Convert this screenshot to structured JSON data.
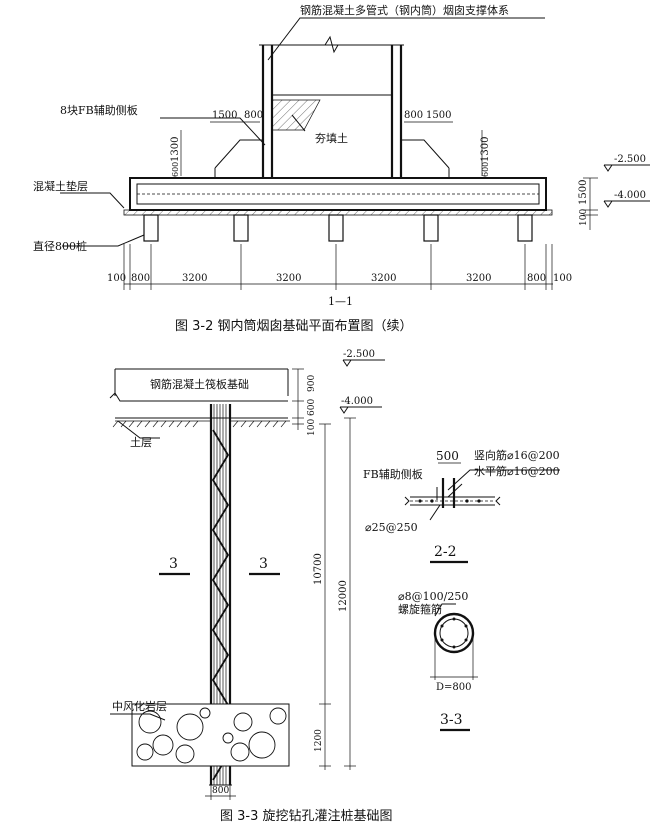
{
  "fig1": {
    "callout_chimney": "钢筋混凝土多管式（钢内筒）烟囱支撑体系",
    "callout_side_panels": "8块FB辅助侧板",
    "callout_fill": "夯填土",
    "callout_cushion": "混凝土垫层",
    "callout_pile": "直径800桩",
    "dim_1500_left": "1500",
    "dim_800_left": "800",
    "dim_800_right": "800",
    "dim_1500_right": "1500",
    "dim_1300_left": "1300",
    "dim_1300_right": "1300",
    "dim_600_left": "600",
    "dim_600_right": "600",
    "elev_top": "-2.500",
    "elev_bottom": "-4.000",
    "dim_1500_vert": "1500",
    "dim_100_vert": "100",
    "bottom_dims": [
      "100",
      "800",
      "3200",
      "3200",
      "3200",
      "3200",
      "800",
      "100"
    ],
    "section_label": "1—1",
    "caption": "图 3-2   钢内筒烟囱基础平面布置图（续）"
  },
  "fig2": {
    "elev_top": "-2.500",
    "raft_label": "钢筋混凝土筏板基础",
    "elev_second": "-4.000",
    "dim_900": "900",
    "dim_600": "600",
    "dim_100": "100",
    "soil_label": "土层",
    "sec3_left": "3",
    "sec3_right": "3",
    "dim_10700": "10700",
    "dim_12000": "12000",
    "rock_label": "中风化岩层",
    "dim_1200": "1200",
    "dim_800_bottom": "800",
    "detail22": {
      "dim_500": "500",
      "vert_rebar": "竖向筋⌀16@200",
      "horiz_rebar": "水平筋⌀16@200",
      "panel_label": "FB辅助侧板",
      "bottom_rebar": "⌀25@250",
      "title": "2-2"
    },
    "detail33": {
      "stirrup": "⌀8@100/250",
      "stirrup_name": "螺旋箍筋",
      "diameter": "D=800",
      "title": "3-3"
    },
    "caption": "图 3-3   旋挖钻孔灌注桩基础图"
  }
}
